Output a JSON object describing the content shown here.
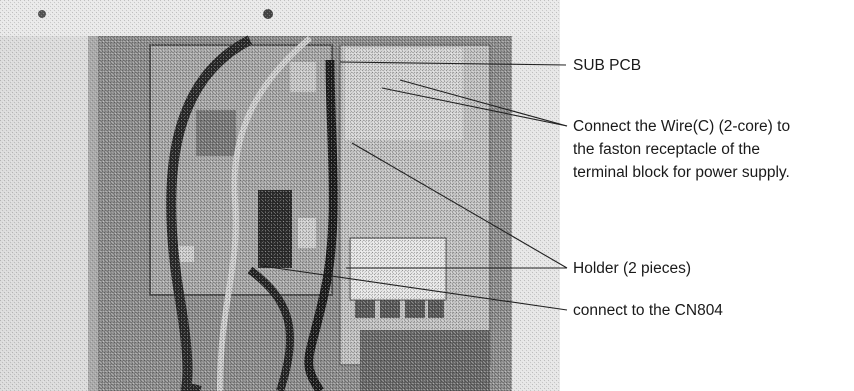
{
  "labels": {
    "sub_pcb": "SUB PCB",
    "wire_line1": "Connect the Wire(C) (2-core) to",
    "wire_line2": "the faston receptacle of the",
    "wire_line3": "terminal block for power supply.",
    "holder": "Holder (2 pieces)",
    "cn804": "connect to the CN804"
  },
  "colors": {
    "photo_bg": "#bdbdbd",
    "cabinet": "#e2e2e2",
    "pcb": "#9a9a9a",
    "leader": "#222222"
  }
}
